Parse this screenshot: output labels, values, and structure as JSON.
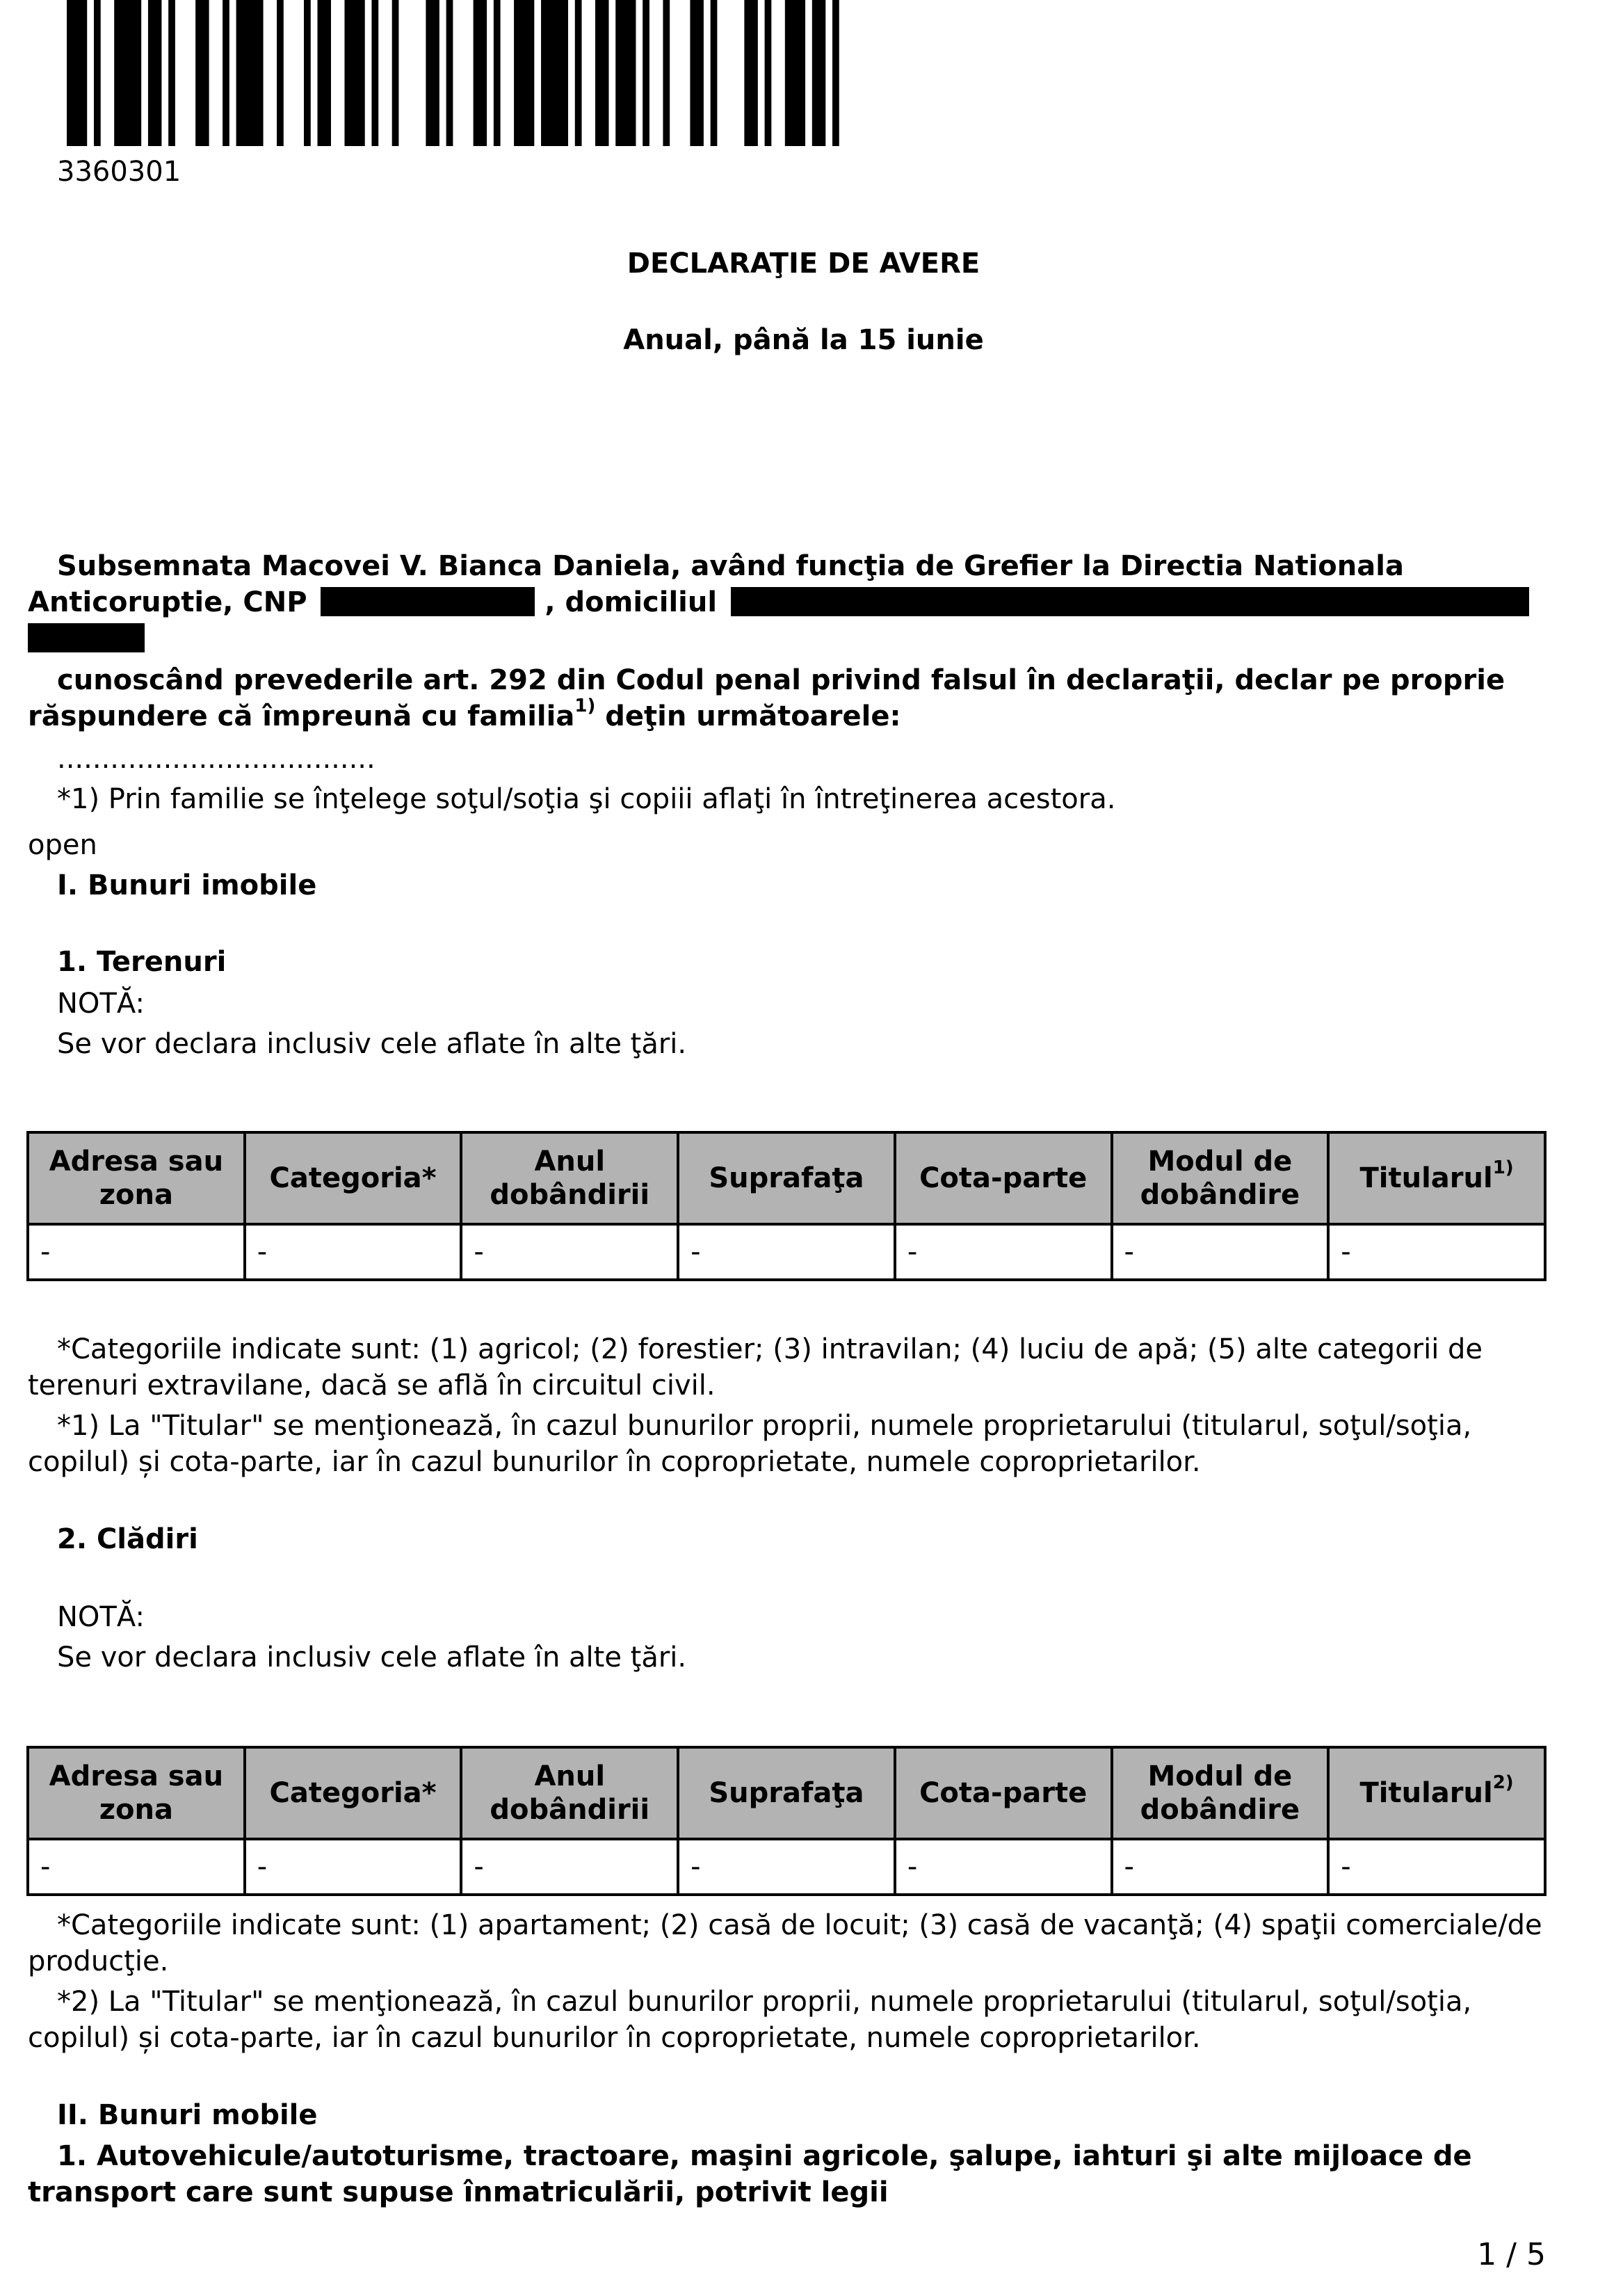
{
  "document": {
    "number": "3360301",
    "title": "DECLARAŢIE DE AVERE",
    "subtitle": "Anual, până la 15 iunie"
  },
  "intro": {
    "line1": "Subsemnata Macovei V. Bianca Daniela, având funcţia de Grefier la Directia Nationala",
    "line2_start": "Anticoruptie, CNP",
    "line2_mid": ", domiciliul",
    "line3": "cunoscând prevederile art. 292 din Codul penal privind falsul în declaraţii, declar pe proprie",
    "line4_start": "răspundere că împreună cu familia",
    "line4_sup": "1)",
    "line4_end": "deţin următoarele:",
    "dots": "....................................",
    "footnote": "*1) Prin familie se înţelege soţul/soţia şi copiii aflaţi în întreţinerea acestora.",
    "open_word": "open"
  },
  "section1": {
    "heading": "I. Bunuri imobile",
    "lands": {
      "heading": "1. Terenuri",
      "nota": "NOTĂ:",
      "nota_text": "Se vor declara inclusiv cele aflate în alte ţări.",
      "headers": [
        "Adresa sau zona",
        "Categoria*",
        "Anul dobândirii",
        "Suprafaţa",
        "Cota-parte",
        "Modul de dobândire",
        "Titularul"
      ],
      "titular_sup": "1)",
      "rows": [
        [
          "-",
          "-",
          "-",
          "-",
          "-",
          "-",
          "-"
        ]
      ],
      "note1_line1": "*Categoriile indicate sunt: (1) agricol; (2) forestier; (3) intravilan; (4) luciu de apă; (5) alte categorii de",
      "note1_line2": "terenuri extravilane, dacă se află în circuitul civil.",
      "note2_line1": "*1) La \"Titular\" se menţionează, în cazul bunurilor proprii, numele proprietarului (titularul, soţul/soţia,",
      "note2_line2": "copilul) și cota-parte, iar în cazul bunurilor în coproprietate, numele coproprietarilor."
    },
    "buildings": {
      "heading": "2. Clădiri",
      "nota": "NOTĂ:",
      "nota_text": "Se vor declara inclusiv cele aflate în alte ţări.",
      "headers": [
        "Adresa sau zona",
        "Categoria*",
        "Anul dobândirii",
        "Suprafaţa",
        "Cota-parte",
        "Modul de dobândire",
        "Titularul"
      ],
      "titular_sup": "2)",
      "rows": [
        [
          "-",
          "-",
          "-",
          "-",
          "-",
          "-",
          "-"
        ]
      ],
      "note1_line1": "*Categoriile indicate sunt: (1) apartament; (2) casă de locuit; (3) casă de vacanţă; (4) spaţii comerciale/de",
      "note1_line2": "producţie.",
      "note2_line1": "*2) La \"Titular\" se menţionează, în cazul bunurilor proprii, numele proprietarului (titularul, soţul/soţia,",
      "note2_line2": "copilul) și cota-parte, iar în cazul bunurilor în coproprietate, numele coproprietarilor."
    }
  },
  "section2": {
    "heading": "II. Bunuri mobile",
    "sub1_line1": "1. Autovehicule/autoturisme, tractoare, maşini agricole, şalupe, iahturi şi alte mijloace de",
    "sub1_line2": "transport care sunt supuse înmatriculării, potrivit legii"
  },
  "page_number": "1 / 5"
}
